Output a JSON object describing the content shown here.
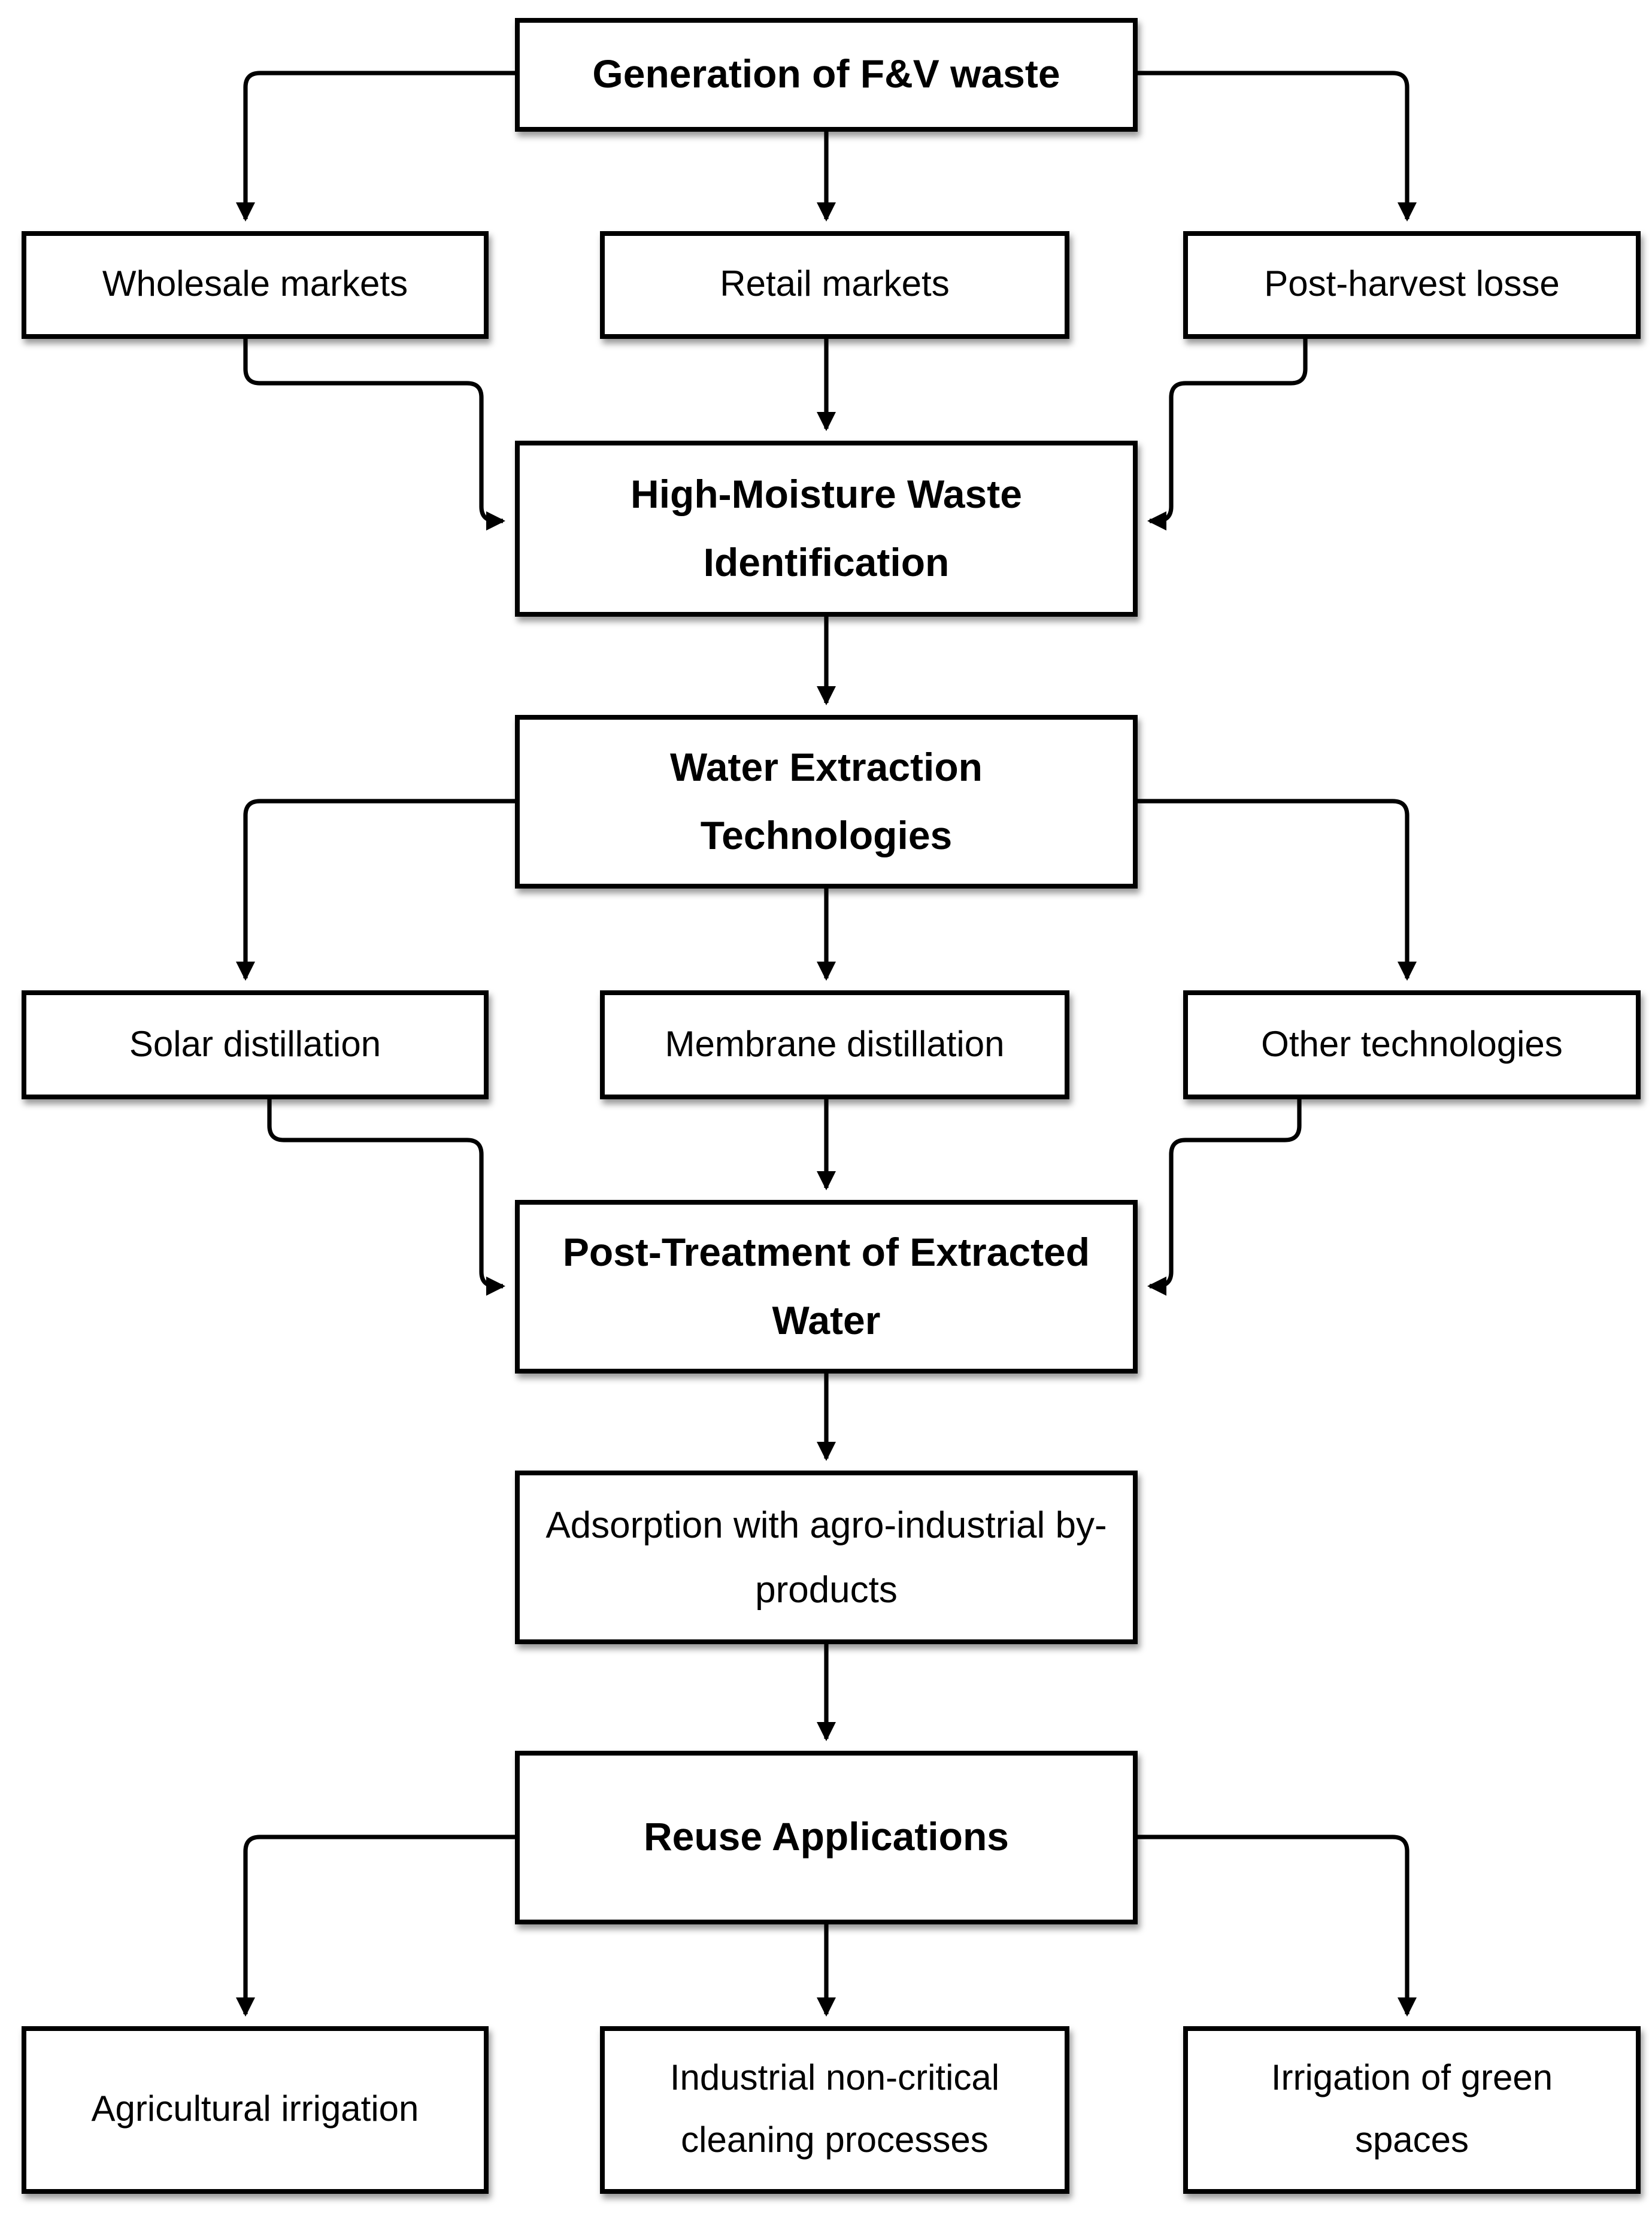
{
  "diagram": {
    "type": "flowchart",
    "colors": {
      "background": "#ffffff",
      "box_fill": "#ffffff",
      "box_border": "#000000",
      "line": "#000000",
      "text": "#000000"
    },
    "nodes": [
      {
        "id": "generation",
        "label": "Generation of F&V waste",
        "emphasis": "bold"
      },
      {
        "id": "wholesale",
        "label": "Wholesale markets",
        "emphasis": "regular"
      },
      {
        "id": "retail",
        "label": "Retail markets",
        "emphasis": "regular"
      },
      {
        "id": "postharvest",
        "label": "Post-harvest losse",
        "emphasis": "regular"
      },
      {
        "id": "high_moisture",
        "label": "High-Moisture Waste Identification",
        "emphasis": "bold"
      },
      {
        "id": "water_extraction",
        "label": "Water Extraction Technologies",
        "emphasis": "bold"
      },
      {
        "id": "solar",
        "label": "Solar distillation",
        "emphasis": "regular"
      },
      {
        "id": "membrane",
        "label": "Membrane distillation",
        "emphasis": "regular"
      },
      {
        "id": "other_tech",
        "label": "Other technologies",
        "emphasis": "regular"
      },
      {
        "id": "post_treatment",
        "label": "Post-Treatment of Extracted Water",
        "emphasis": "bold"
      },
      {
        "id": "adsorption",
        "label": "Adsorption with agro-industrial by-products",
        "emphasis": "regular"
      },
      {
        "id": "reuse",
        "label": "Reuse Applications",
        "emphasis": "bold"
      },
      {
        "id": "agri_irrigation",
        "label": "Agricultural irrigation",
        "emphasis": "regular"
      },
      {
        "id": "industrial",
        "label": "Industrial non-critical cleaning processes",
        "emphasis": "regular"
      },
      {
        "id": "green_spaces",
        "label": "Irrigation of green spaces",
        "emphasis": "regular"
      }
    ],
    "edges": [
      {
        "from": "generation",
        "to": "wholesale"
      },
      {
        "from": "generation",
        "to": "retail"
      },
      {
        "from": "generation",
        "to": "postharvest"
      },
      {
        "from": "wholesale",
        "to": "high_moisture"
      },
      {
        "from": "retail",
        "to": "high_moisture"
      },
      {
        "from": "postharvest",
        "to": "high_moisture"
      },
      {
        "from": "high_moisture",
        "to": "water_extraction"
      },
      {
        "from": "water_extraction",
        "to": "solar"
      },
      {
        "from": "water_extraction",
        "to": "membrane"
      },
      {
        "from": "water_extraction",
        "to": "other_tech"
      },
      {
        "from": "solar",
        "to": "post_treatment"
      },
      {
        "from": "membrane",
        "to": "post_treatment"
      },
      {
        "from": "other_tech",
        "to": "post_treatment"
      },
      {
        "from": "post_treatment",
        "to": "adsorption"
      },
      {
        "from": "adsorption",
        "to": "reuse"
      },
      {
        "from": "reuse",
        "to": "agri_irrigation"
      },
      {
        "from": "reuse",
        "to": "industrial"
      },
      {
        "from": "reuse",
        "to": "green_spaces"
      }
    ]
  }
}
